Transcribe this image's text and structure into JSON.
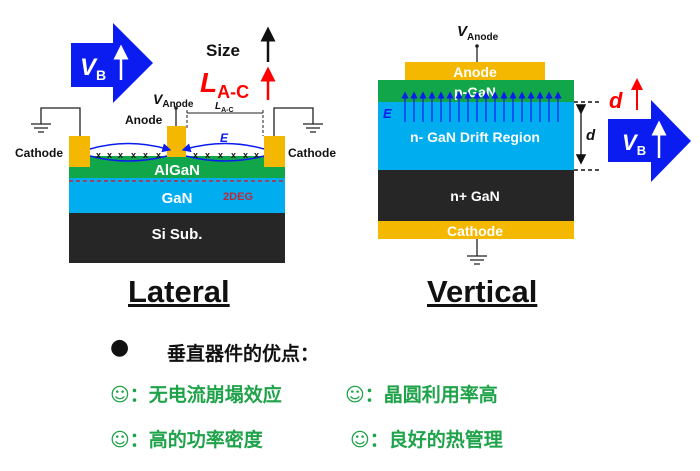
{
  "colors": {
    "metal": "#f5b800",
    "algan": "#12a64b",
    "gan": "#00adef",
    "substrate": "#262626",
    "arrow_blue": "#0a1cf0",
    "red": "#ff0000",
    "advantage_green": "#1fa34a"
  },
  "lateral": {
    "caption": "Lateral",
    "vb_main": "V",
    "vb_sub": "B",
    "size_label": "Size",
    "lac_main": "L",
    "lac_sub": "A-C",
    "v_anode_main": "V",
    "v_anode_sub": "Anode",
    "anode_label": "Anode",
    "cathode_left": "Cathode",
    "cathode_right": "Cathode",
    "dim_main": "L",
    "dim_sub": "A-C",
    "e_label": "E",
    "algan": "AlGaN",
    "gan": "GaN",
    "twodeg": "2DEG",
    "substrate": "Si Sub.",
    "charge_mark": "x"
  },
  "vertical": {
    "caption": "Vertical",
    "v_anode_main": "V",
    "v_anode_sub": "Anode",
    "anode": "Anode",
    "pgan": "p-GaN",
    "drift": "n- GaN Drift Region",
    "nplus": "n+ GaN",
    "cathode": "Cathode",
    "e_label": "E",
    "d_label": "d",
    "d_red": "d",
    "vb_main": "V",
    "vb_sub": "B"
  },
  "advantages": {
    "heading": "垂直器件的优点：",
    "items": [
      {
        "icon": "smiley-icon",
        "text": "☺：无电流崩塌效应"
      },
      {
        "icon": "smiley-icon",
        "text": "☺：晶圆利用率高"
      },
      {
        "icon": "smiley-icon",
        "text": "☺：高的功率密度"
      },
      {
        "icon": "smiley-icon",
        "text": "☺：良好的热管理"
      }
    ]
  }
}
